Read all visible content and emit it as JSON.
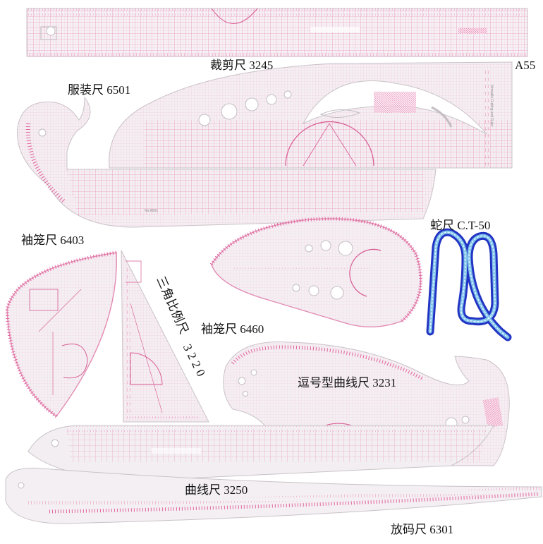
{
  "colors": {
    "ruler_body": "#f3f0f4",
    "grid": "#e2649c",
    "grid_light": "#f2b8d2",
    "outline": "#c9c3c8",
    "label": "#141414",
    "snake_outer": "#2334c4",
    "snake_inner": "#7fc3ea"
  },
  "labels": {
    "cutting_ruler": "裁剪尺 3245",
    "a55": "A55",
    "garment_ruler": "服装尺 6501",
    "armhole_ruler_left": "袖笼尺 6403",
    "snake_ruler": "蛇尺 C.T-50",
    "triangle_ruler": [
      "三",
      "角",
      "比",
      "例",
      "尺",
      " ",
      "3",
      "2",
      "2",
      "0"
    ],
    "armhole_ruler_center": "袖笼尺 6460",
    "comma_curve_ruler": "逗号型曲线尺 3231",
    "curve_ruler": "曲线尺 3250",
    "grading_ruler": "放码尺 6301"
  },
  "printed": {
    "no6501": "No.6501",
    "sub_cutting": "Versatile Cutting and Ruler"
  }
}
